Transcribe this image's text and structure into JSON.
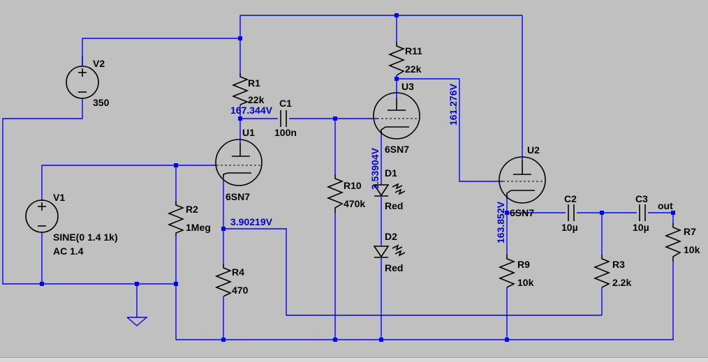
{
  "components": {
    "v2": {
      "name": "V2",
      "value": "350"
    },
    "v1": {
      "name": "V1",
      "value1": "SINE(0 1.4 1k)",
      "value2": "AC 1.4"
    },
    "r1": {
      "name": "R1",
      "value": "22k"
    },
    "r2": {
      "name": "R2",
      "value": "1Meg"
    },
    "r3": {
      "name": "R3",
      "value": "2.2k"
    },
    "r4": {
      "name": "R4",
      "value": "470"
    },
    "r7": {
      "name": "R7",
      "value": "10k"
    },
    "r9": {
      "name": "R9",
      "value": "10k"
    },
    "r10": {
      "name": "R10",
      "value": "470k"
    },
    "r11": {
      "name": "R11",
      "value": "22k"
    },
    "c1": {
      "name": "C1",
      "value": "100n"
    },
    "c2": {
      "name": "C2",
      "value": "10µ"
    },
    "c3": {
      "name": "C3",
      "value": "10µ"
    },
    "u1": {
      "name": "U1",
      "value": "6SN7"
    },
    "u2": {
      "name": "U2",
      "value": "6SN7"
    },
    "u3": {
      "name": "U3",
      "value": "6SN7"
    },
    "d1": {
      "name": "D1",
      "value": "Red"
    },
    "d2": {
      "name": "D2",
      "value": "Red"
    }
  },
  "net_labels": {
    "out": "out"
  },
  "voltages": {
    "u1_plate": "167.344V",
    "u1_cathode": "3.90219V",
    "u3_plate": "161.276V",
    "u3_cathode": "3.53904V",
    "u2_cathode": "163.852V"
  },
  "colors": {
    "background": "#c0c0c0",
    "wire": "#0000ff",
    "component": "#000000",
    "voltage_text": "#0000c8"
  }
}
